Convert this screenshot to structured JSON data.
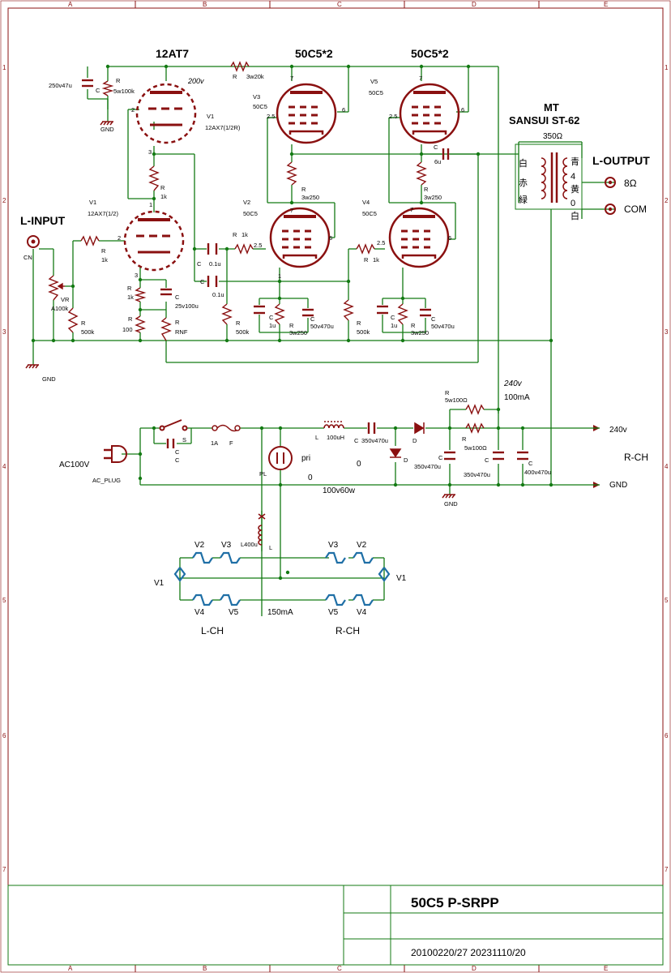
{
  "frame": {
    "col_letters": [
      "A",
      "B",
      "C",
      "D",
      "E"
    ],
    "row_numbers": [
      "1",
      "2",
      "3",
      "4",
      "5",
      "6",
      "7"
    ]
  },
  "titles": {
    "tube1": "12AT7",
    "tube2": "50C5*2",
    "tube3": "50C5*2",
    "transformer_type": "MT",
    "transformer_model": "SANSUI ST-62",
    "transformer_imp": "350Ω",
    "input": "L-INPUT",
    "output": "L-OUTPUT",
    "out_8": "8Ω",
    "out_com": "COM"
  },
  "labels": {
    "c250v47u": "250v47u",
    "c_top": "C",
    "r_top": "R",
    "r5w100k": "5w100k",
    "gnd1": "GND",
    "v200": "200v",
    "r_b1": "R",
    "r3w20k": "3w20k",
    "v1_top": "V1",
    "v1_top_type": "12AX7(1/2R)",
    "v3": "V3",
    "v3_type": "50C5",
    "v5": "V5",
    "v5_type": "50C5",
    "p2a": "2",
    "p7a": "7",
    "p6a": "6",
    "p25a": "2.5",
    "p3a": "3",
    "p7b": "7",
    "p6b": "6",
    "p25b": "2.5",
    "r1k_top": "R",
    "r1k_top_v": "1k",
    "r3w250a": "R",
    "r3w250a_v": "3w250",
    "r3w250b": "R",
    "r3w250b_v": "3w250",
    "c_out": "C",
    "c_out_v": "6u",
    "v1_bot": "V1",
    "v1_bot_type": "12AX7(1/2)",
    "v2": "V2",
    "v2_type": "50C5",
    "v4": "V4",
    "v4_type": "50C5",
    "cn": "CN",
    "r_in": "R",
    "r_in_v": "1k",
    "p2c": "2",
    "p1c": "1",
    "p3c": "3",
    "c01a": "C",
    "c01a_v": "0.1u",
    "c01b": "C",
    "c01b_v": "0.1u",
    "r1k_g2": "R",
    "r1k_g2_v": "1k",
    "p25c": "2.5",
    "p7c": "7",
    "p6c": "6",
    "p1d": "1",
    "r1k_g4": "R",
    "r1k_g4_v": "1k",
    "p25d": "2.5",
    "p7d": "7",
    "p6d": "6",
    "vr": "VR",
    "vr_v": "A100k",
    "r500k_a": "R",
    "r500k_a_v": "500k",
    "r_k1": "R",
    "r_k1_v": "1k",
    "r_k2": "R",
    "r_k2_v": "100",
    "c25v": "C",
    "c25v_v": "25v100u",
    "rnf": "R",
    "rnf_v": "RNF",
    "r500k_b": "R",
    "r500k_b_v": "500k",
    "c1u_a": "C",
    "c1u_a_v": "1u",
    "rk_a": "R",
    "rk_a_v": "3w250",
    "ck_a": "C",
    "ck_a_v": "50v470u",
    "r500k_c": "R",
    "r500k_c_v": "500k",
    "c1u_b": "C",
    "c1u_b_v": "1u",
    "rk_b": "R",
    "rk_b_v": "3w250",
    "ck_b": "C",
    "ck_b_v": "50v470u",
    "gnd2": "GND",
    "xf_w": "白",
    "xf_r": "赤",
    "xf_g": "緑",
    "xf_blue": "青",
    "xf_4": "4",
    "xf_y": "黄",
    "xf_0": "0",
    "xf_w2": "白",
    "v240": "240v",
    "ma100": "100mA",
    "r5w100_a": "R",
    "r5w100_a_v": "5w100Ω",
    "r5w100_b": "R",
    "r5w100_b_v": "5w100Ω",
    "ac100v": "AC100V",
    "ac_plug": "AC_PLUG",
    "sw": "S",
    "c_sw": "C",
    "c_sw2": "C",
    "fuse_a": "1A",
    "fuse": "F",
    "coil_l": "L",
    "coil_v": "100uH",
    "c350a": "C",
    "c350a_v": "350v470u",
    "diode1": "D",
    "diode2": "D",
    "c350b": "C",
    "c350b_v": "350v470u",
    "c350c": "C",
    "c350c_v": "350v470u",
    "c400": "C",
    "c400_v": "400v470u",
    "pl": "PL",
    "pri": "pri",
    "zero1": "0",
    "zero2": "0",
    "v100_60w": "100v60w",
    "gnd3": "GND",
    "out240": "240v",
    "out_gnd": "GND",
    "rch": "R-CH",
    "l400u": "L400u",
    "l": "L",
    "h_v2l": "V2",
    "h_v3l": "V3",
    "h_v3r": "V3",
    "h_v2r": "V2",
    "h_v1l": "V1",
    "h_v1r": "V1",
    "h_v4l": "V4",
    "h_v5l": "V5",
    "h_ma150": "150mA",
    "h_v5r": "V5",
    "h_v4r": "V4",
    "h_lch": "L-CH",
    "h_rch": "R-CH"
  },
  "title_block": {
    "title": "50C5  P-SRPP",
    "date": "20100220/27 20231110/20"
  },
  "colors": {
    "wire": "#137a13",
    "component": "#8a1010",
    "heater": "#1f6fa6",
    "frame": "#8a1010",
    "text": "#000000"
  }
}
